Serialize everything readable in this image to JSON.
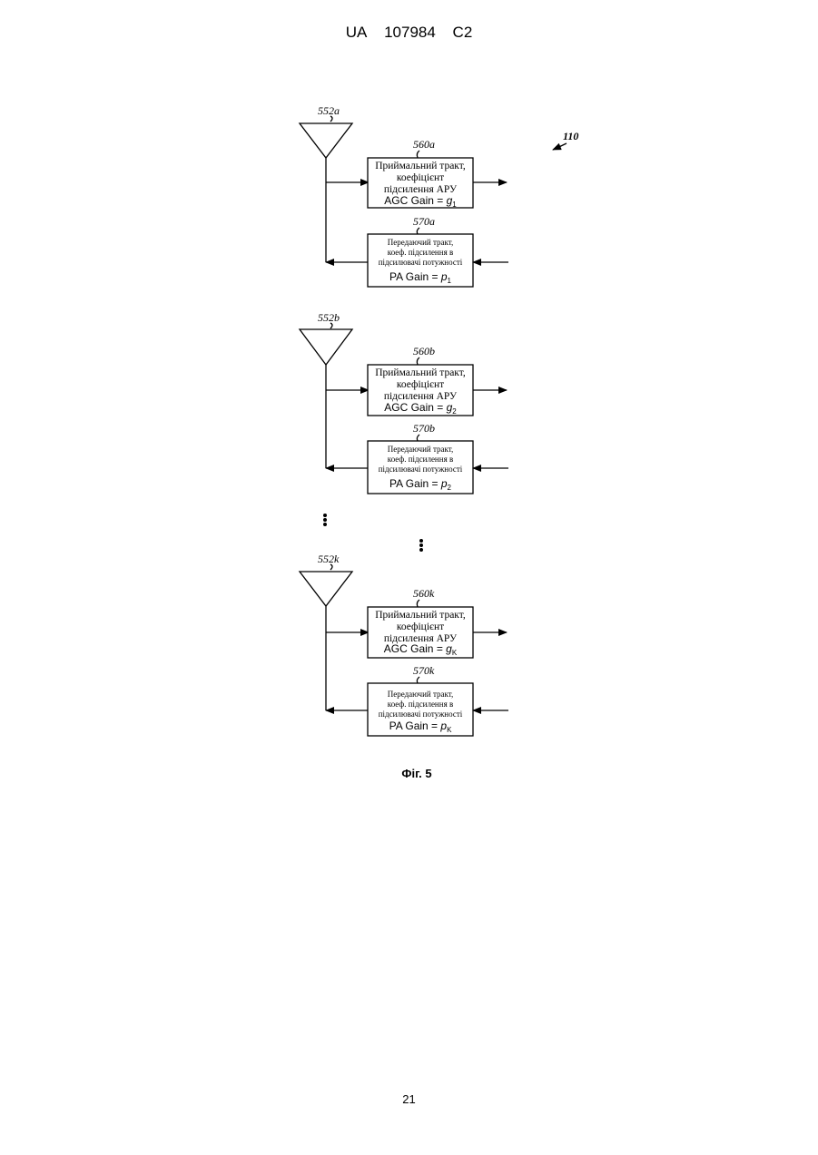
{
  "header": {
    "country": "UA",
    "number": "107984",
    "kind": "C2"
  },
  "figure": {
    "ref": "110",
    "caption": "Фіг. 5",
    "channels": [
      {
        "antenna": "552a",
        "rx_ref": "560a",
        "rx_lines": [
          "Приймальний тракт,",
          "коефіцієнт",
          "підсилення АРУ"
        ],
        "rx_gain": "AGC Gain = ",
        "rx_gain_var": "g",
        "rx_gain_sub": "1",
        "tx_ref": "570a",
        "tx_lines": [
          "Передаючий тракт,",
          "коеф. підсилення в",
          "підсилювачі потужності"
        ],
        "tx_gain": "PA Gain = ",
        "tx_gain_var": "p",
        "tx_gain_sub": "1"
      },
      {
        "antenna": "552b",
        "rx_ref": "560b",
        "rx_lines": [
          "Приймальний тракт,",
          "коефіцієнт",
          "підсилення АРУ"
        ],
        "rx_gain": "AGC Gain = ",
        "rx_gain_var": "g",
        "rx_gain_sub": "2",
        "tx_ref": "570b",
        "tx_lines": [
          "Передаючий тракт,",
          "коеф. підсилення в",
          "підсилювачі потужності"
        ],
        "tx_gain": "PA Gain = ",
        "tx_gain_var": "p",
        "tx_gain_sub": "2"
      },
      {
        "antenna": "552k",
        "rx_ref": "560k",
        "rx_lines": [
          "Приймальний тракт,",
          "коефіцієнт",
          "підсилення АРУ"
        ],
        "rx_gain": "AGC Gain = ",
        "rx_gain_var": "g",
        "rx_gain_sub": "K",
        "tx_ref": "570k",
        "tx_lines": [
          "Передаючий тракт,",
          "коеф. підсилення в",
          "підсилювачі потужності"
        ],
        "tx_gain": "PA Gain = ",
        "tx_gain_var": "p",
        "tx_gain_sub": "K"
      }
    ]
  },
  "page_number": "21"
}
